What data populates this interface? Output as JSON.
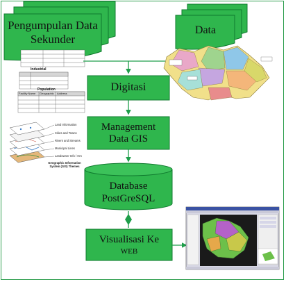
{
  "diagram": {
    "source_box_label": "Pengumpulan Data Sekunder",
    "data_box_label": "Data",
    "step_digitize": "Digitasi",
    "step_manage": "Management Data GIS",
    "step_db_line1": "Database",
    "step_db_line2": "PostGreSQL",
    "step_web_line1": "Visualisasi Ke",
    "step_web_line2": "WEB"
  },
  "sample_tables": {
    "table1_header": "Industrial",
    "table2_header": "Population",
    "table2_columns": [
      "Facility Name",
      "Geographic",
      "Address"
    ]
  },
  "gis_layers": {
    "items": [
      "Land Information",
      "Cities and Towns",
      "Rivers and Streams",
      "Municipal Lines",
      "Landowner Info / Hm"
    ],
    "caption": "Geographic Information System (GIS) Themes"
  },
  "colors": {
    "box_fill": "#2fb64d",
    "box_border": "#0f7a2e",
    "arrow": "#1e9e4a",
    "frame": "#2e9e4f"
  }
}
